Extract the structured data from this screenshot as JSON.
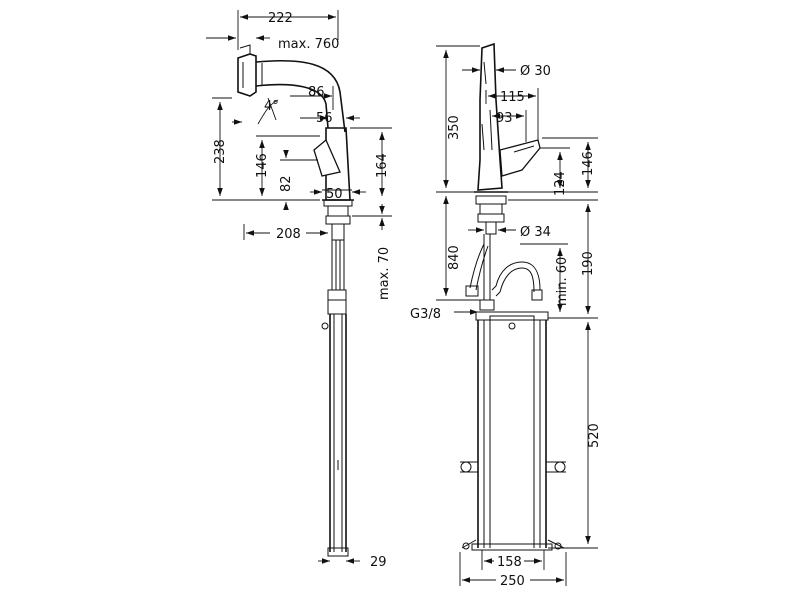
{
  "dimensions": {
    "side": {
      "width_top": "222",
      "pullout": "max. 760",
      "spout_86": "86",
      "angle": "4°",
      "spout_56": "56",
      "height_238": "238",
      "height_146": "146",
      "height_82": "82",
      "height_164": "164",
      "base_50": "50",
      "reach_208": "208",
      "deck_max70": "max. 70",
      "rail_29": "29"
    },
    "front": {
      "dia_30": "Ø 30",
      "height_350": "350",
      "offset_115": "115",
      "offset_93": "93",
      "height_124": "124",
      "height_146": "146",
      "dia_34": "Ø 34",
      "length_840": "840",
      "min_60": "min. 60",
      "height_190": "190",
      "thread": "G3/8",
      "height_520": "520",
      "width_158": "158",
      "width_250": "250"
    }
  }
}
